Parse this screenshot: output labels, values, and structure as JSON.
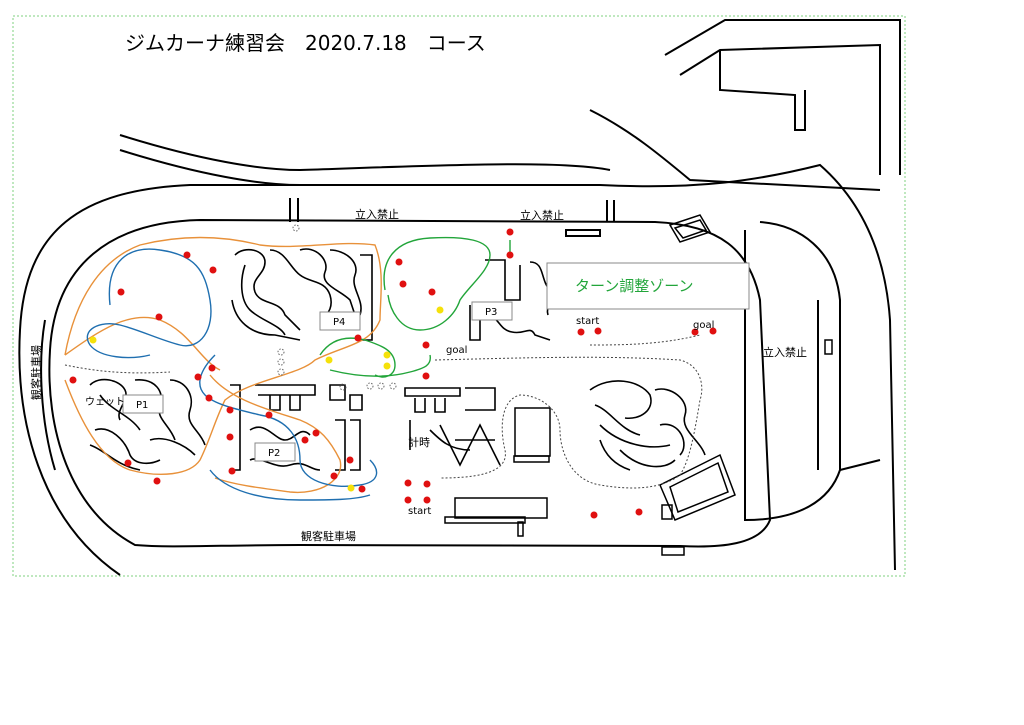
{
  "title": "ジムカーナ練習会　2020.7.18　コース",
  "labels": {
    "no_entry_1": "立入禁止",
    "no_entry_2": "立入禁止",
    "no_entry_3": "立入禁止",
    "spectator_parking_bottom": "観客駐車場",
    "spectator_parking_left": "観客駐車場",
    "turn_zone": "ターン調整ゾーン",
    "wait": "ウェット",
    "timing": "計時",
    "start_1": "start",
    "start_2": "start",
    "goal_1": "goal",
    "goal_2": "goal",
    "p1": "P1",
    "p2": "P2",
    "p3": "P3",
    "p4": "P4"
  },
  "colors": {
    "route_orange": "#e8913a",
    "route_blue": "#1f6fb0",
    "route_green": "#22a53a",
    "pylon_red": "#e01010",
    "pylon_yellow": "#f5e10a",
    "border_green": "#7fd07f"
  }
}
